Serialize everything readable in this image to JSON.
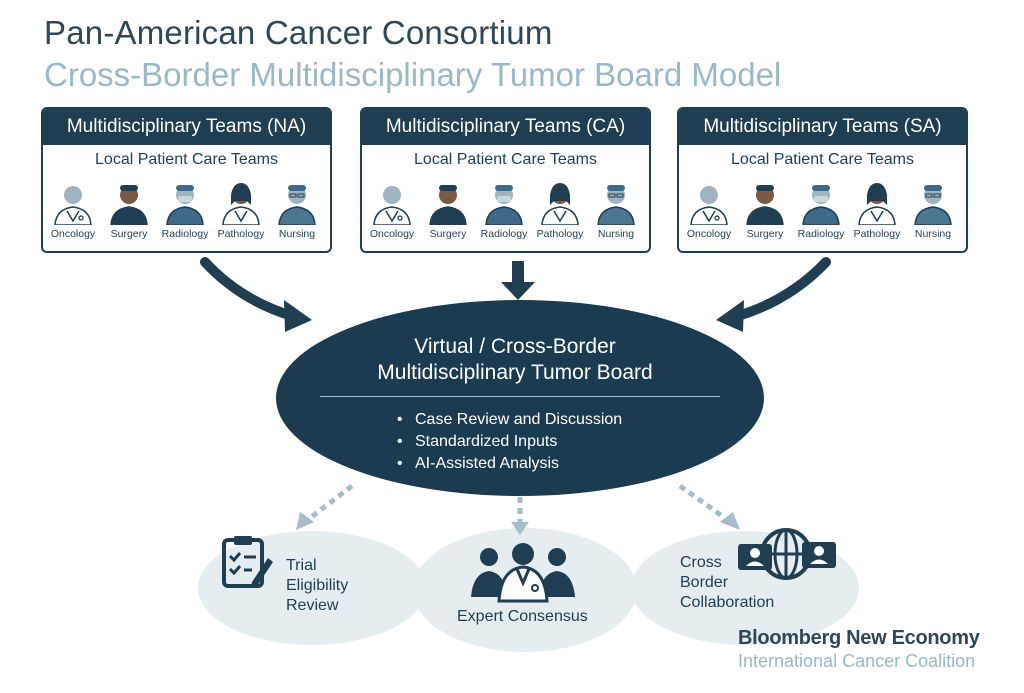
{
  "header": {
    "title": "Pan-American Cancer Consortium",
    "subtitle": "Cross-Border Multidisciplinary Tumor Board Model"
  },
  "teams": [
    {
      "heading": "Multidisciplinary Teams (NA)",
      "subheading": "Local Patient Care Teams"
    },
    {
      "heading": "Multidisciplinary Teams (CA)",
      "subheading": "Local Patient Care Teams"
    },
    {
      "heading": "Multidisciplinary Teams (SA)",
      "subheading": "Local Patient Care Teams"
    }
  ],
  "roles": [
    "Oncology",
    "Surgery",
    "Radiology",
    "Pathology",
    "Nursing"
  ],
  "role_icons": [
    "oncologist-icon",
    "surgeon-icon",
    "radiologist-icon",
    "pathologist-icon",
    "nurse-icon"
  ],
  "tumor_board": {
    "title_line1": "Virtual / Cross-Border",
    "title_line2": "Multidisciplinary Tumor Board",
    "bullets": [
      "Case Review and Discussion",
      "Standardized Inputs",
      "AI-Assisted Analysis"
    ]
  },
  "outcomes": {
    "trial": {
      "line1": "Trial",
      "line2": "Eligibility",
      "line3": "Review",
      "icon": "clipboard-checklist-icon"
    },
    "consensus": {
      "label": "Expert Consensus",
      "icon": "doctor-group-icon"
    },
    "collaboration": {
      "line1": "Cross",
      "line2": "Border",
      "line3": "Collaboration",
      "icon": "globe-video-call-icon"
    }
  },
  "branding": {
    "line1": "Bloomberg New Economy",
    "line2": "International Cancer Coalition"
  },
  "colors": {
    "navy": "#1f3e52",
    "title": "#2f4756",
    "accent_light": "#9ab8c6",
    "outcome_bg": "#e5edf0",
    "dashed_arrow": "#a6bcc8"
  }
}
